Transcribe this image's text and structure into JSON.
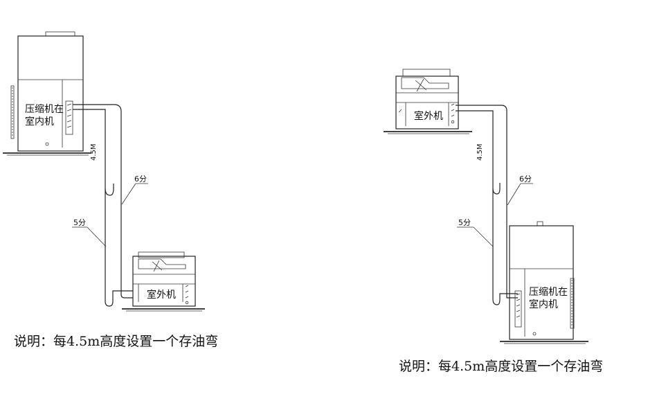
{
  "diagrams": [
    {
      "indoor_unit_label_line1": "压缩机在",
      "indoor_unit_label_line2": "室内机",
      "outdoor_unit_label": "室外机",
      "height_label": "4.5M",
      "gas_pipe_label": "6分",
      "liquid_pipe_label": "5分"
    },
    {
      "indoor_unit_label_line1": "压缩机在",
      "indoor_unit_label_line2": "室内机",
      "outdoor_unit_label": "室外机",
      "height_label": "4.5M",
      "gas_pipe_label": "6分",
      "liquid_pipe_label": "5分"
    }
  ],
  "notes": [
    "说明：每4.5m高度设置一个存油弯",
    "说明：每4.5m高度设置一个存油弯"
  ]
}
